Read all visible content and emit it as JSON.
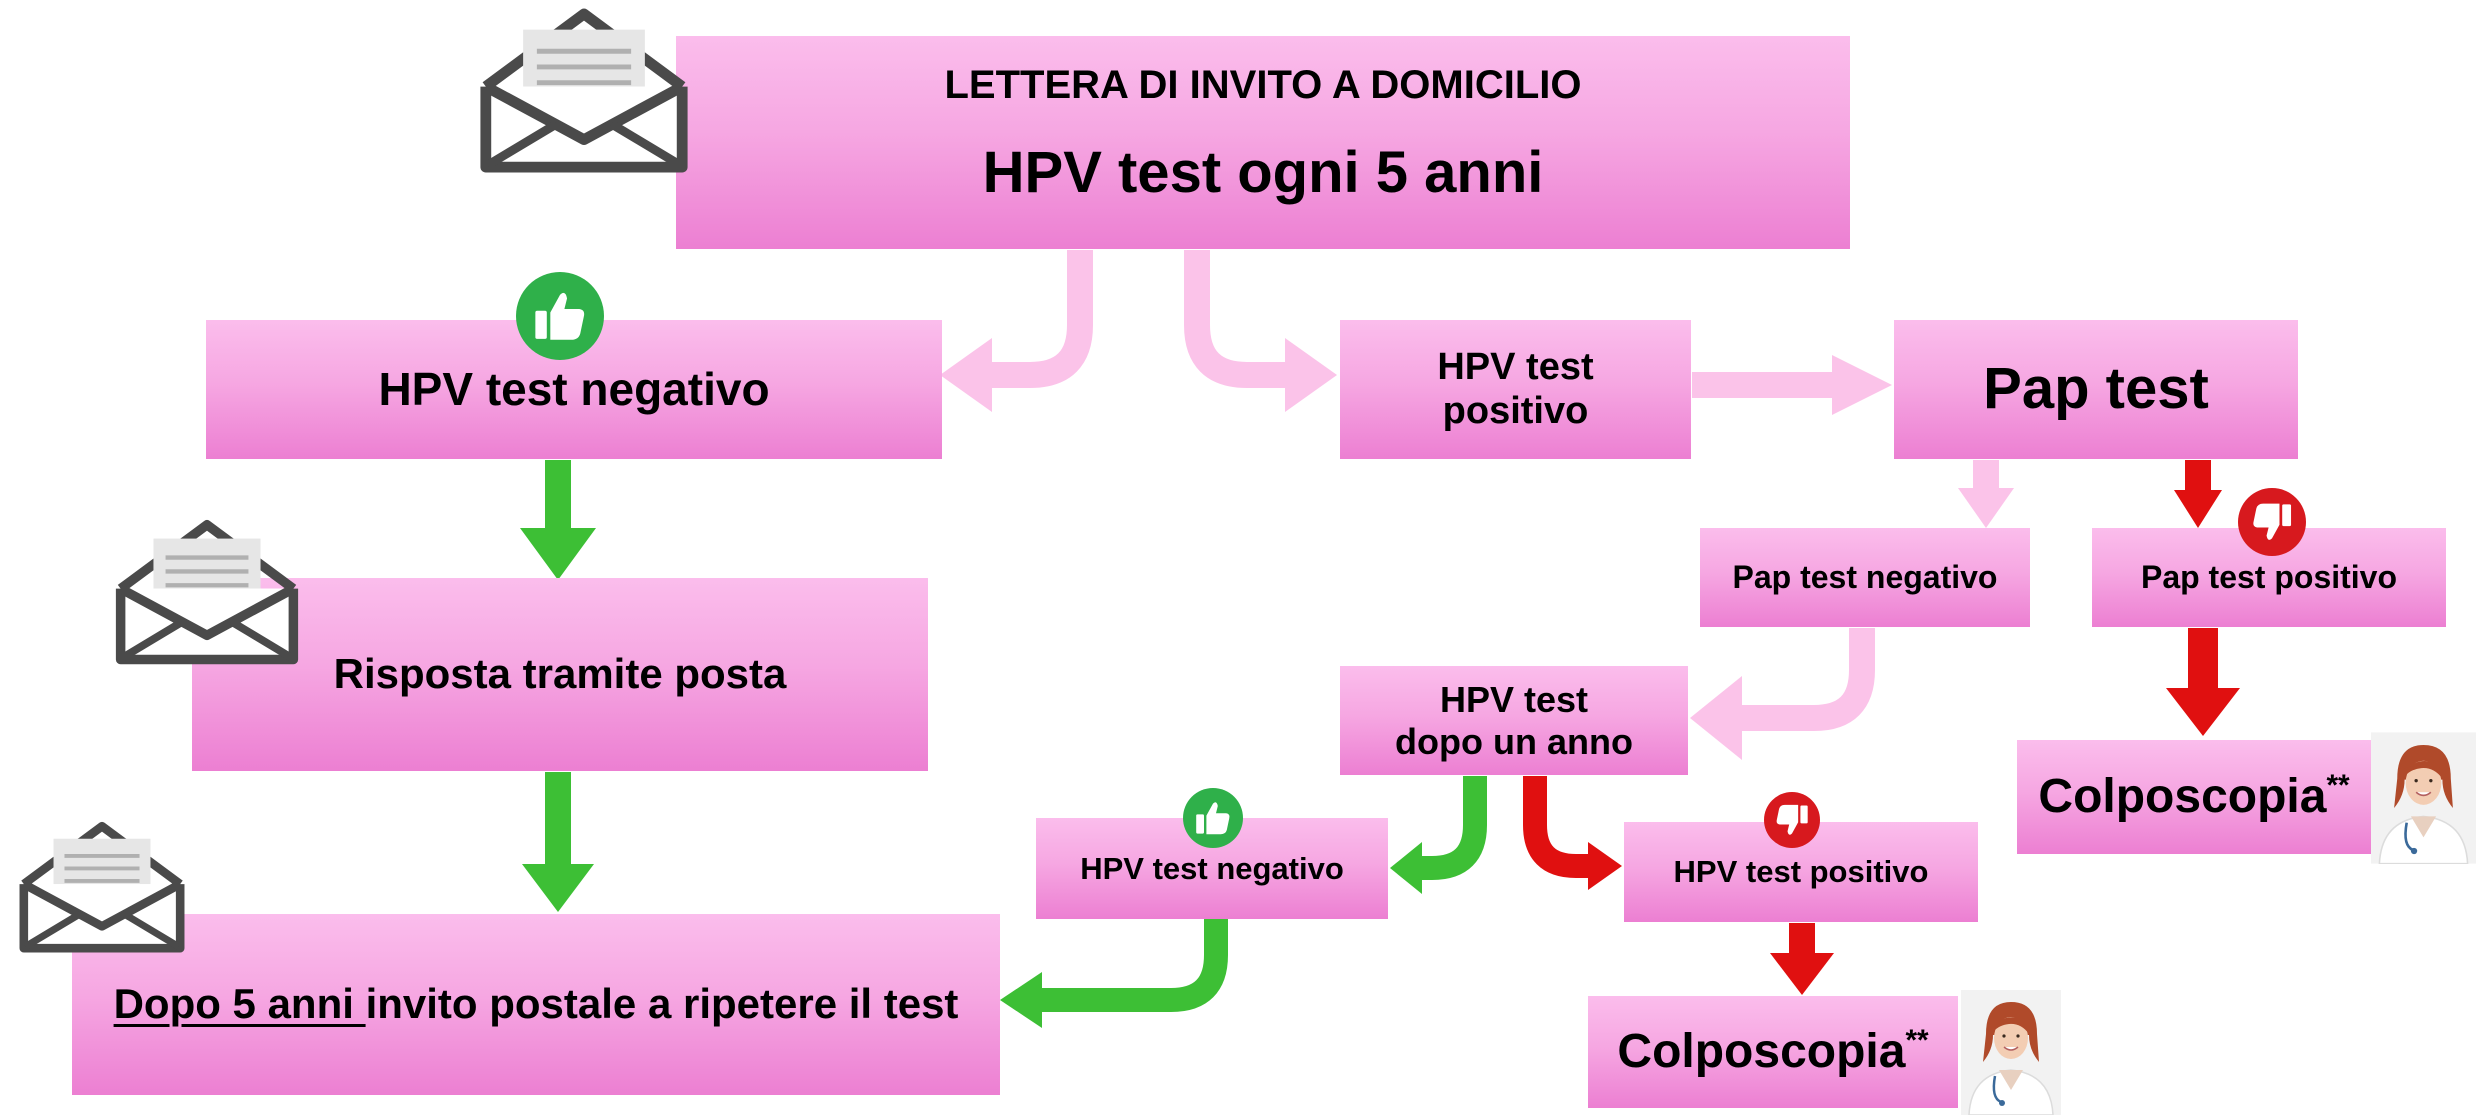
{
  "header": {
    "invite_label": "LETTERA DI INVITO A DOMICILIO",
    "main_label": "HPV test ogni 5 anni"
  },
  "left_branch": {
    "hpv_negative": "HPV test negativo",
    "mail_response": "Risposta tramite posta",
    "repeat_underlined": "Dopo 5 anni ",
    "repeat_rest": "invito postale a ripetere il test"
  },
  "right_branch": {
    "hpv_positive_line1": "HPV test",
    "hpv_positive_line2": "positivo",
    "pap_test": "Pap test",
    "pap_negative": "Pap test negativo",
    "pap_positive": "Pap test positivo",
    "hpv_year_line1": "HPV test",
    "hpv_year_line2": "dopo un anno",
    "hpv_year_negative": "HPV test negativo",
    "hpv_year_positive": "HPV test positivo",
    "colposcopy": "Colposcopia",
    "colposcopy_mark": "**"
  },
  "colors": {
    "box_top": "#fbbdec",
    "box_bottom": "#ec7fd2",
    "arrow_pink": "#fbc3e9",
    "arrow_green": "#3dbf35",
    "arrow_red": "#e01010",
    "thumb_up_bg": "#2fb04a",
    "thumb_down_bg": "#d7191e",
    "envelope": "#4a4a4a"
  },
  "icons": [
    "envelope-open-icon",
    "thumbs-up-icon",
    "thumbs-down-icon",
    "doctor-photo"
  ]
}
